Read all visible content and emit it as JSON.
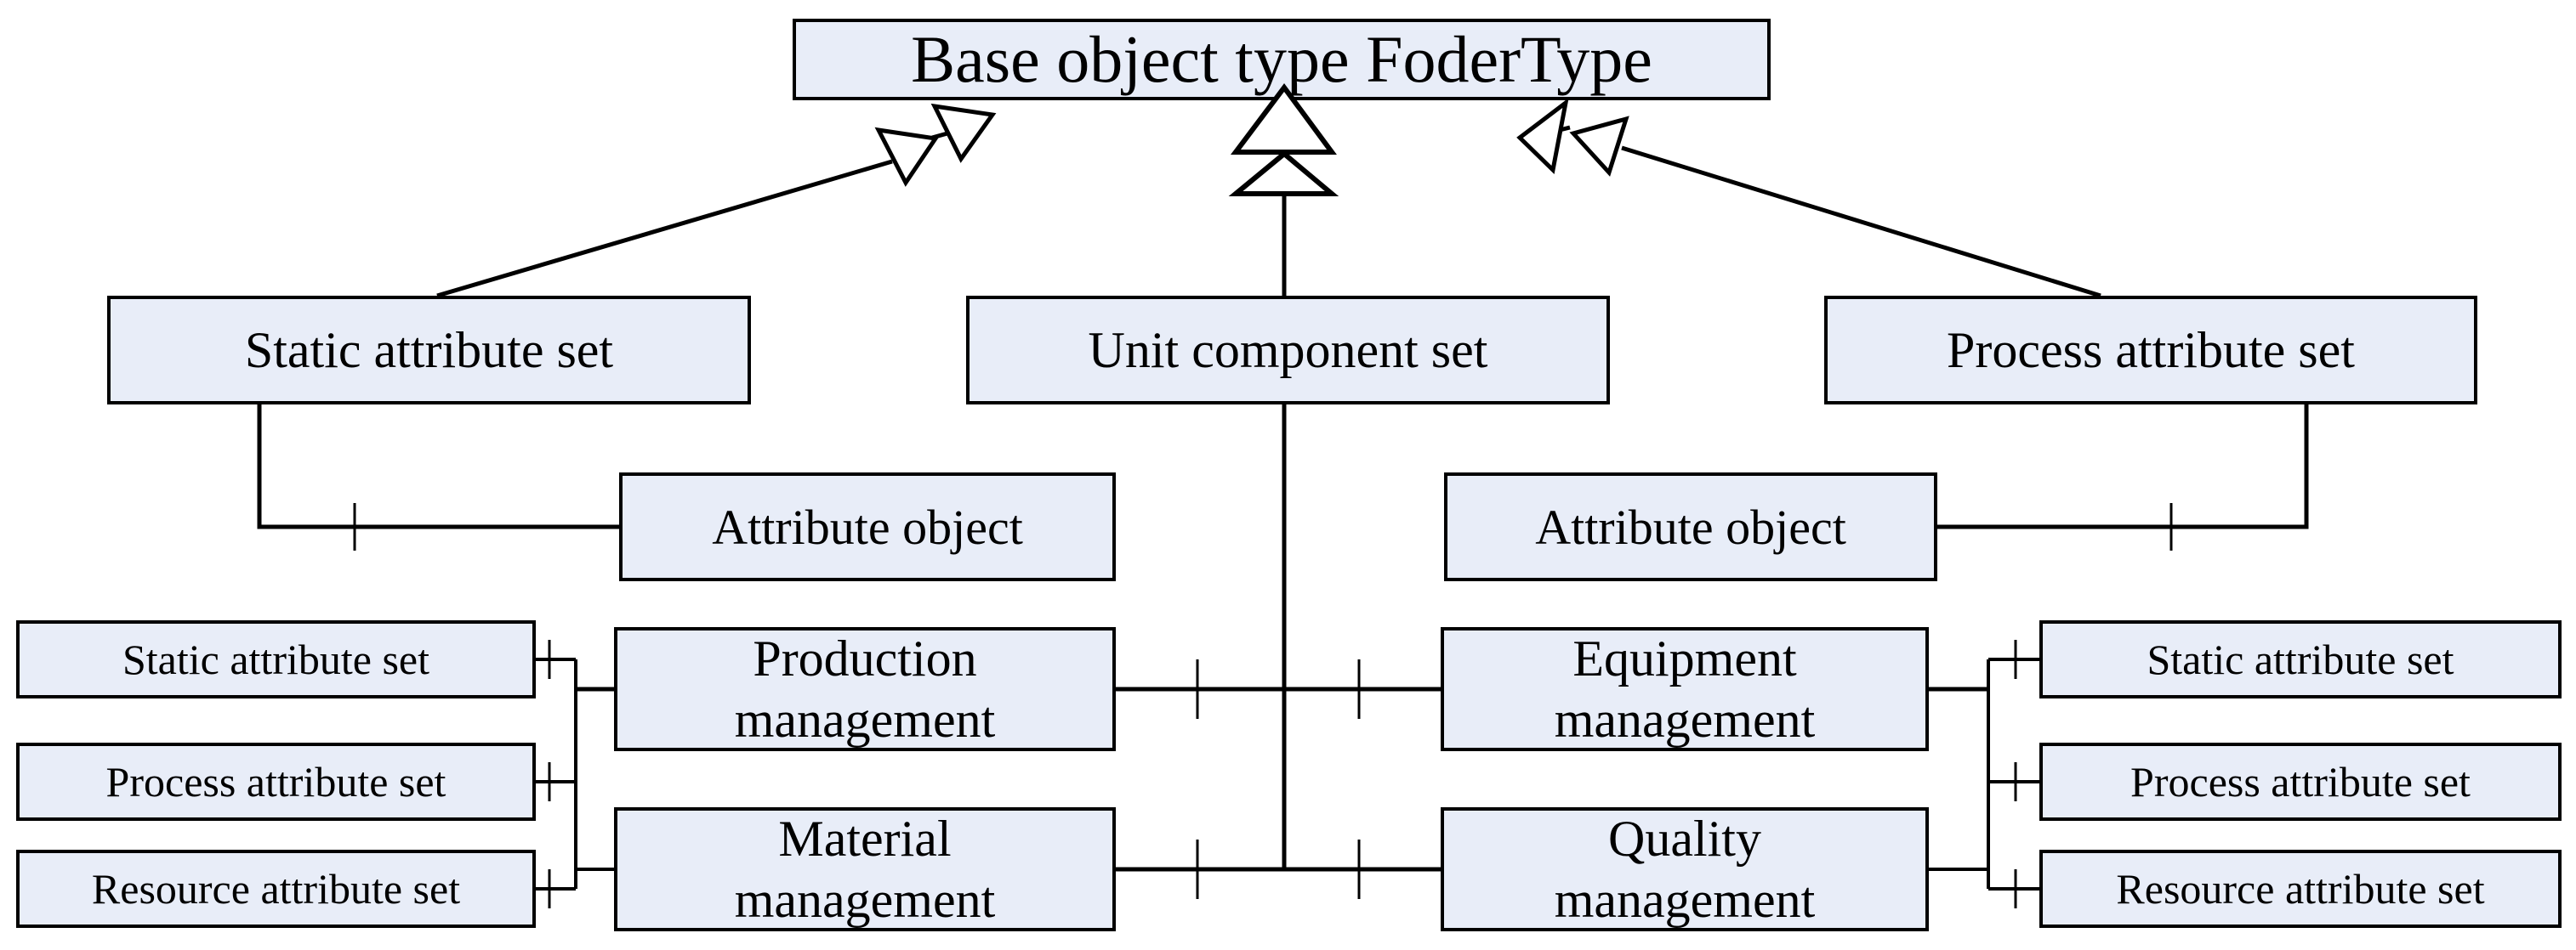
{
  "diagram_title": "Base object type FoderType",
  "colors": {
    "box_fill": "#e8edf8",
    "box_border": "#000000",
    "line": "#000000",
    "background": "#ffffff",
    "text": "#000000"
  },
  "nodes": {
    "base": {
      "label": "Base object type FoderType"
    },
    "static_set": {
      "label": "Static attribute set"
    },
    "unit_set": {
      "label": "Unit component set"
    },
    "process_set": {
      "label": "Process attribute set"
    },
    "attr_obj_left": {
      "label": "Attribute object"
    },
    "attr_obj_right": {
      "label": "Attribute object"
    },
    "production": {
      "label": "Production management"
    },
    "material": {
      "label": "Material management"
    },
    "equipment": {
      "label": "Equipment management"
    },
    "quality": {
      "label": "Quality management"
    },
    "left_static": {
      "label": "Static attribute set"
    },
    "left_process": {
      "label": "Process attribute set"
    },
    "left_resource": {
      "label": "Resource attribute set"
    },
    "right_static": {
      "label": "Static attribute set"
    },
    "right_process": {
      "label": "Process attribute set"
    },
    "right_resource": {
      "label": "Resource attribute set"
    }
  },
  "relations": {
    "generalization_children": [
      "Static attribute set",
      "Unit component set",
      "Process attribute set"
    ],
    "generalization_parent": "Base object type FoderType",
    "unit_components": [
      "Production management",
      "Material management",
      "Equipment management",
      "Quality management"
    ]
  }
}
